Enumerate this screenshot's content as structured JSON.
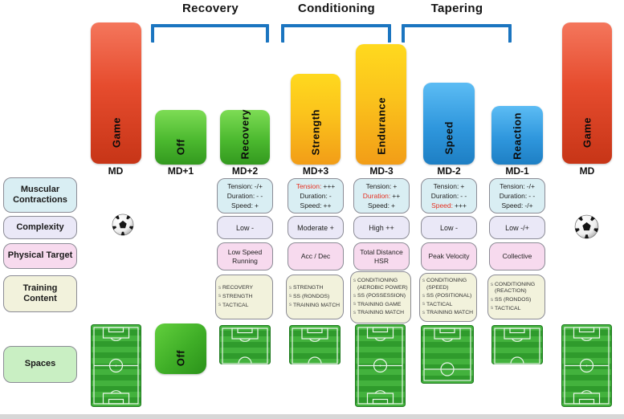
{
  "phases": [
    {
      "label": "Recovery"
    },
    {
      "label": "Conditioning"
    },
    {
      "label": "Tapering"
    }
  ],
  "row_labels": {
    "muscular": "Muscular\nContractions",
    "complexity": "Complexity",
    "physical": "Physical Target",
    "training": "Training\nContent",
    "spaces": "Spaces"
  },
  "icons": {
    "bullet": "s"
  },
  "colors": {
    "bracket": "#1b75c0",
    "bar_red": "#e2422a",
    "bar_green": "#4cb92f",
    "bar_yellow": "#fbb31a",
    "bar_blue": "#2f97dd",
    "highlight_red": "#e53122"
  },
  "columns": [
    {
      "md": "MD",
      "bar": {
        "label": "Game",
        "color": "red"
      },
      "spaces": "full-pitch"
    },
    {
      "md": "MD+1",
      "bar": {
        "label": "Off",
        "color": "green"
      },
      "spaces": "off",
      "spaces_label": "Off"
    },
    {
      "md": "MD+2",
      "bar": {
        "label": "Recovery",
        "color": "green"
      },
      "muscular": [
        {
          "label": "Tension:",
          "value": "-/+",
          "red": false
        },
        {
          "label": "Duration:",
          "value": "- -",
          "red": false
        },
        {
          "label": "Speed:",
          "value": "+",
          "red": false
        }
      ],
      "complexity": "Low -",
      "physical": "Low Speed\nRunning",
      "training": [
        "RECOVERY",
        "STRENGTH",
        "TACTICAL"
      ],
      "spaces": "half-pitch"
    },
    {
      "md": "MD+3",
      "bar": {
        "label": "Strength",
        "color": "yellow"
      },
      "muscular": [
        {
          "label": "Tension:",
          "value": "+++",
          "red": true
        },
        {
          "label": "Duration:",
          "value": "-",
          "red": false
        },
        {
          "label": "Speed:",
          "value": "++",
          "red": false
        }
      ],
      "complexity": "Moderate +",
      "physical": "Acc / Dec",
      "training": [
        "STRENGTH",
        "SS (RONDOS)",
        "TRAINING MATCH"
      ],
      "spaces": "half-pitch"
    },
    {
      "md": "MD-3",
      "bar": {
        "label": "Endurance",
        "color": "yellow"
      },
      "muscular": [
        {
          "label": "Tension:",
          "value": "+",
          "red": false
        },
        {
          "label": "Duration:",
          "value": "++",
          "red": true
        },
        {
          "label": "Speed:",
          "value": "+",
          "red": false
        }
      ],
      "complexity": "High ++",
      "physical": "Total Distance\nHSR",
      "training": [
        "CONDITIONING\n(AEROBIC POWER)",
        "SS (POSSESSION)",
        "TRAINING GAME",
        "TRAINING MATCH"
      ],
      "spaces": "full-pitch"
    },
    {
      "md": "MD-2",
      "bar": {
        "label": "Speed",
        "color": "blue"
      },
      "muscular": [
        {
          "label": "Tension:",
          "value": "+",
          "red": false
        },
        {
          "label": "Duration:",
          "value": "- -",
          "red": false
        },
        {
          "label": "Speed:",
          "value": "+++",
          "red": true
        }
      ],
      "complexity": "Low -",
      "physical": "Peak Velocity",
      "training": [
        "CONDITIONING\n(SPEED)",
        "SS (POSITIONAL)",
        "TACTICAL",
        "TRAINING MATCH"
      ],
      "spaces": "two-thirds-pitch"
    },
    {
      "md": "MD-1",
      "bar": {
        "label": "Reaction",
        "color": "blue"
      },
      "muscular": [
        {
          "label": "Tension:",
          "value": "-/+",
          "red": false
        },
        {
          "label": "Duration:",
          "value": "- -",
          "red": false
        },
        {
          "label": "Speed:",
          "value": "-/+",
          "red": false
        }
      ],
      "complexity": "Low -/+",
      "physical": "Collective",
      "training": [
        "CONDITIONING\n(REACTION)",
        "SS (RONDOS)",
        "TACTICAL"
      ],
      "spaces": "half-pitch"
    },
    {
      "md": "MD",
      "bar": {
        "label": "Game",
        "color": "red"
      },
      "spaces": "full-pitch"
    }
  ]
}
